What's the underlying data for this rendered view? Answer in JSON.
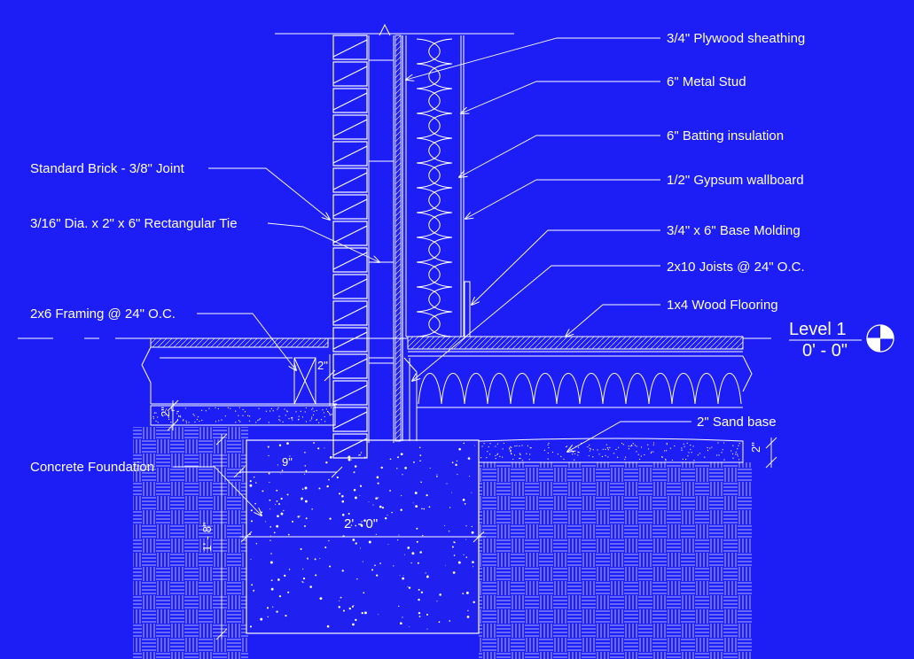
{
  "colors": {
    "background": "#1d1df5",
    "linework": "#ffffff"
  },
  "labels": {
    "plywood": "3/4\" Plywood sheathing",
    "metal_stud": "6\" Metal Stud",
    "batting": "6\" Batting insulation",
    "gypsum": "1/2\" Gypsum wallboard",
    "base_molding": "3/4\" x 6\" Base Molding",
    "joists": "2x10 Joists @ 24\" O.C.",
    "flooring": "1x4 Wood Flooring",
    "sand_base": "2\" Sand base",
    "brick": "Standard Brick - 3/8\" Joint",
    "tie": "3/16\" Dia. x 2\" x 6\" Rectangular Tie",
    "framing": "2x6 Framing @ 24\" O.C.",
    "foundation": "Concrete Foundation"
  },
  "level": {
    "name": "Level 1",
    "elevation": "0' - 0\""
  },
  "dimensions": {
    "sill_2in": "2\"",
    "sand_left": "2\"",
    "sand_right": "2\"",
    "width_9in": "9\"",
    "footing_width": "2' - 0\"",
    "footing_depth": "1' - 8\""
  }
}
